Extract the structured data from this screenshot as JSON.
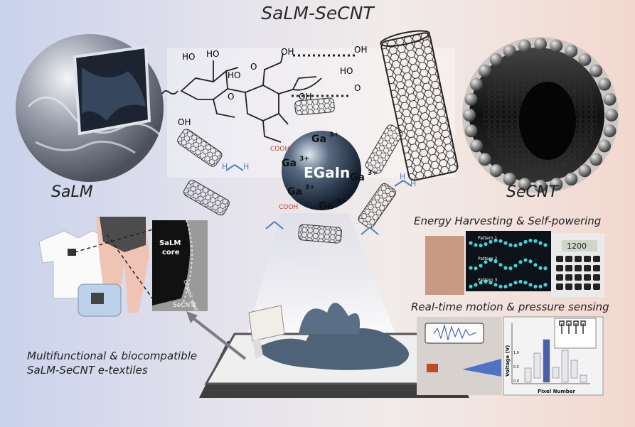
{
  "title": "SaLM-SeCNT",
  "labels": {
    "salm": "SaLM",
    "secnt": "SeCNT",
    "egain": "EGaIn",
    "ga": "Ga",
    "ga_charge": "3+",
    "energy": "Energy Harvesting & Self-powering",
    "realtime": "Real-time motion & pressure sensing",
    "textile_line1": "Multifunctional & biocompatible",
    "textile_line2": "SaLM-SeCNT e-textiles"
  },
  "chem": {
    "ho": "HO",
    "oh": "OH",
    "o": "O",
    "cooh": "COOH",
    "h": "H"
  },
  "micrograph": {
    "core_line1": "SaLM",
    "core_line2": "core",
    "shell": "Organic shell",
    "secnts": "SeCNTs"
  },
  "led_panel": {
    "p1": "Pattern 1",
    "p2": "Pattern 2",
    "p3": "Pattern 3",
    "calc_display": "1200"
  },
  "bar3d": {
    "ylabel": "Voltage (V)",
    "xlabel": "Pixel Number",
    "ticks": [
      "0.0",
      "0.5",
      "1.0"
    ]
  },
  "colors": {
    "bg_left": "#c9d2ec",
    "bg_right": "#f2d8cf",
    "cooh_red": "#b5402b",
    "water_blue": "#4d7fbf",
    "led_cyan": "#3fd4d8"
  }
}
